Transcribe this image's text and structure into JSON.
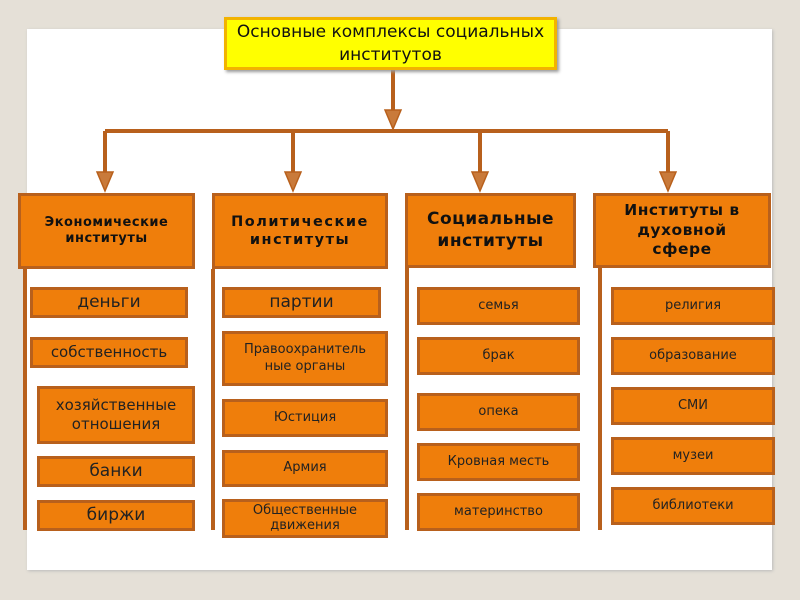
{
  "title": "Основные комплексы социальных институтов",
  "columns": [
    {
      "header": "Экономические институты",
      "items": [
        "деньги",
        "собственность",
        "хозяйственные отношения",
        "банки",
        "биржи"
      ]
    },
    {
      "header": "Политические институты",
      "items": [
        "партии",
        "Правоохранитель ные органы",
        "Юстиция",
        "Армия",
        "Общественные движения"
      ]
    },
    {
      "header": "Социальные институты",
      "items": [
        "семья",
        "брак",
        "опека",
        "Кровная месть",
        "материнство"
      ]
    },
    {
      "header": "Институты в духовной сфере",
      "items": [
        "религия",
        "образование",
        "СМИ",
        "музеи",
        "библиотеки"
      ]
    }
  ],
  "colors": {
    "box": "#ef7e0b",
    "border": "#b8601c",
    "title": "#ffff00",
    "line": "#b8601c"
  }
}
